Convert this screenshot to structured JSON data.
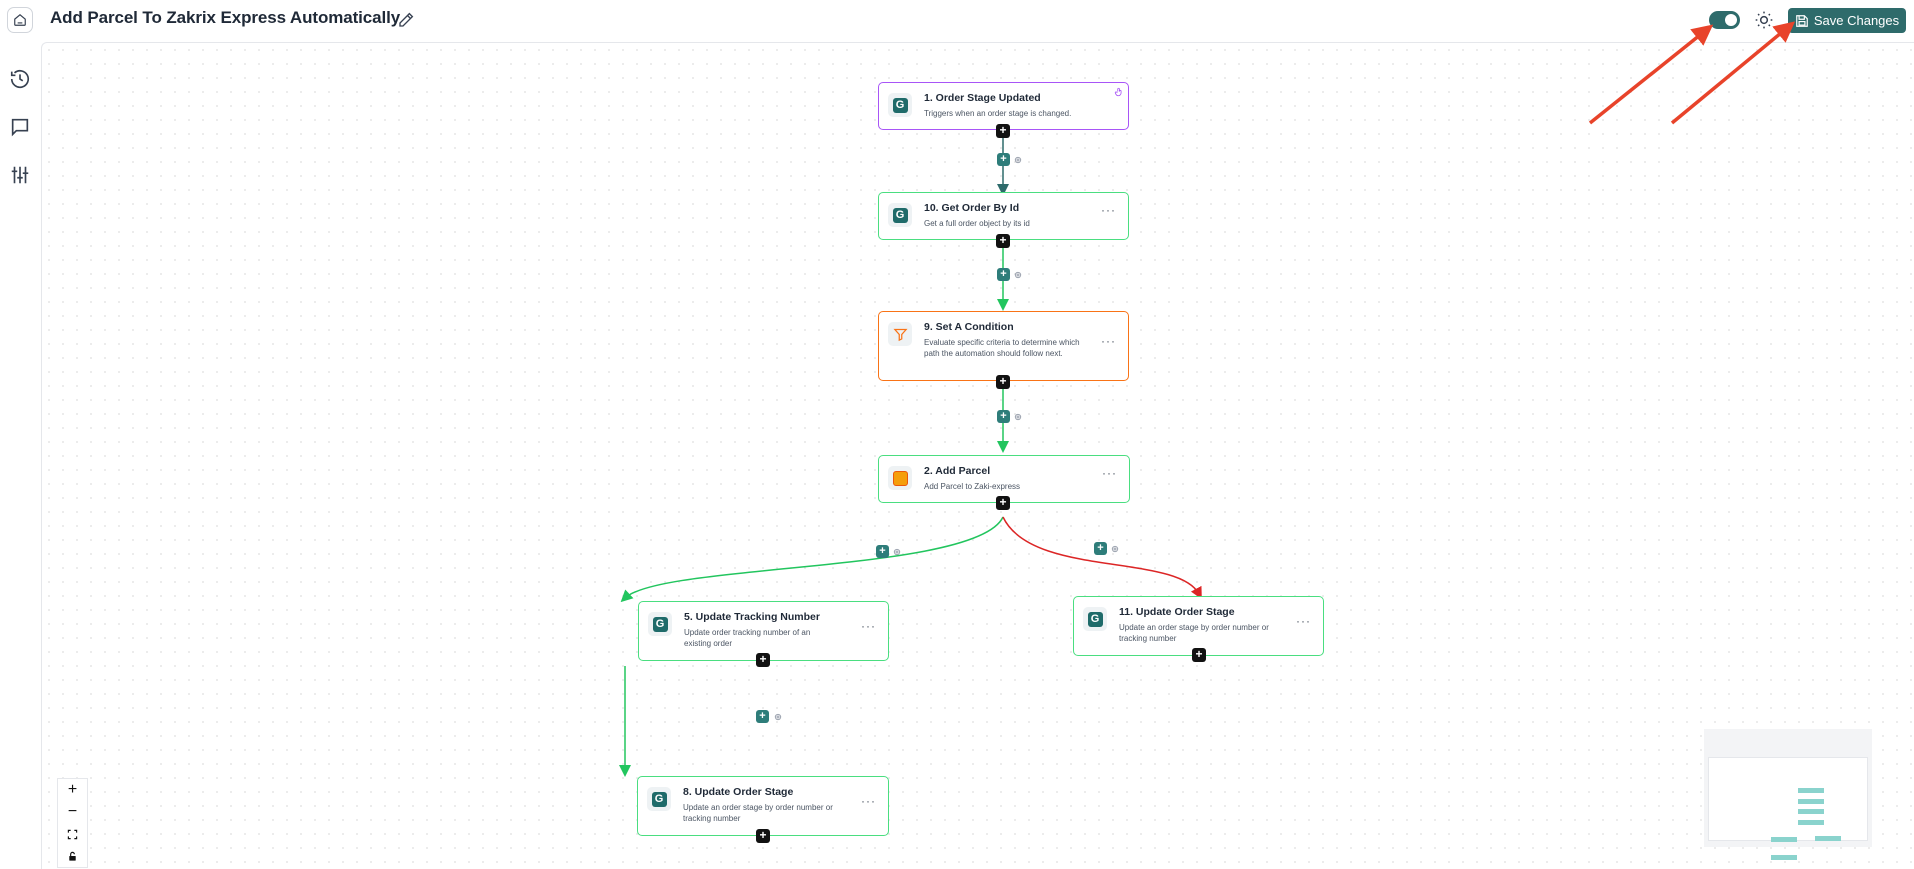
{
  "header": {
    "title": "Add Parcel To Zakrix Express Automatically",
    "save_label": "Save Changes",
    "toggle_state": "on",
    "colors": {
      "accent": "#2e6b6b",
      "annotation_arrow": "#e8432a"
    }
  },
  "sidebar": {
    "icons": [
      "history-icon",
      "comment-icon",
      "sliders-icon"
    ]
  },
  "nodes": [
    {
      "key": "n1",
      "title": "1. Order Stage Updated",
      "desc": "Triggers when an order stage is changed.",
      "kind": "trigger",
      "icon": "g-logo"
    },
    {
      "key": "n10",
      "title": "10. Get Order By Id",
      "desc": "Get a full order object by its id",
      "kind": "action",
      "icon": "g-logo"
    },
    {
      "key": "n9",
      "title": "9. Set A Condition",
      "desc": "Evaluate specific criteria to determine which path the automation should follow next.",
      "kind": "condition",
      "icon": "funnel-icon"
    },
    {
      "key": "n2",
      "title": "2. Add Parcel",
      "desc": "Add Parcel to Zaki-express",
      "kind": "action",
      "icon": "parcel-icon"
    },
    {
      "key": "n5",
      "title": "5. Update Tracking Number",
      "desc": "Update order tracking number of an existing order",
      "kind": "action",
      "icon": "g-logo"
    },
    {
      "key": "n11",
      "title": "11. Update Order Stage",
      "desc": "Update an order stage by order number or tracking number",
      "kind": "action",
      "icon": "g-logo"
    },
    {
      "key": "n8",
      "title": "8. Update Order Stage",
      "desc": "Update an order stage by order number or tracking number",
      "kind": "action",
      "icon": "g-logo"
    }
  ],
  "symbols": {
    "plus": "+",
    "menu": "···",
    "logo_letter": "G",
    "zoom_in": "+",
    "zoom_out": "−"
  }
}
